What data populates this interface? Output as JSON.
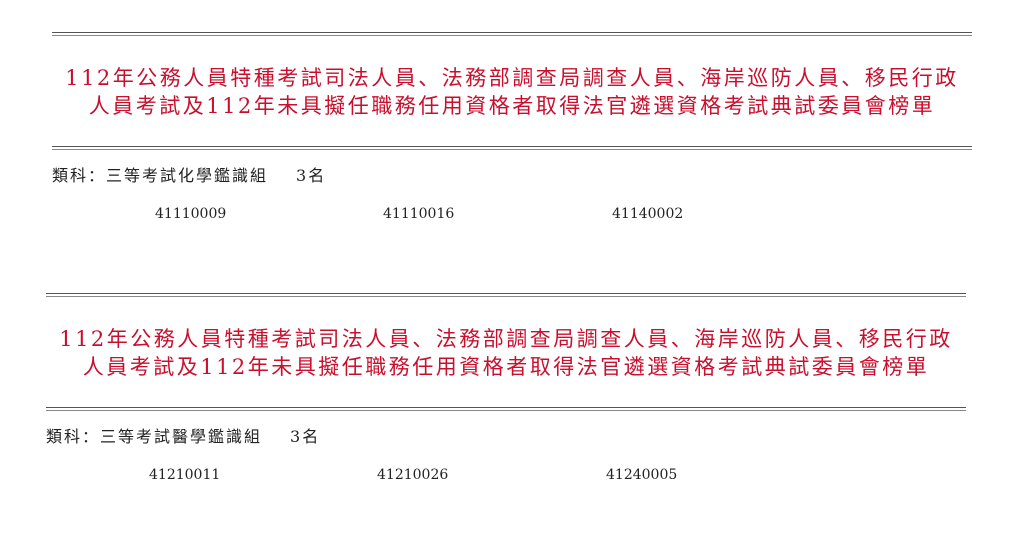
{
  "sections": [
    {
      "title_line1": "112年公務人員特種考試司法人員、法務部調查局調查人員、海岸巡防人員、移民行政",
      "title_line2": "人員考試及112年未具擬任職務任用資格者取得法官遴選資格考試典試委員會榜單",
      "category": "類科：三等考試化學鑑識組",
      "count": "3名",
      "admission_numbers": [
        "41110009",
        "41110016",
        "41140002"
      ]
    },
    {
      "title_line1": "112年公務人員特種考試司法人員、法務部調查局調查人員、海岸巡防人員、移民行政",
      "title_line2": "人員考試及112年未具擬任職務任用資格者取得法官遴選資格考試典試委員會榜單",
      "category": "類科：三等考試醫學鑑識組",
      "count": "3名",
      "admission_numbers": [
        "41210011",
        "41210026",
        "41240005"
      ]
    }
  ],
  "colors": {
    "title": "#c8102e",
    "text": "#222222"
  }
}
